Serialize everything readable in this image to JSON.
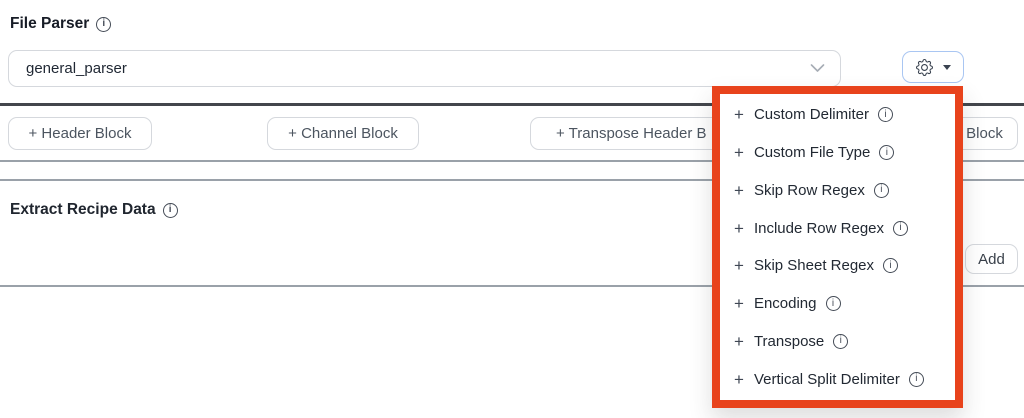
{
  "colors": {
    "highlight": "#e8431c"
  },
  "icons": {
    "plus": "+",
    "info": "i"
  },
  "file_parser": {
    "label": "File Parser"
  },
  "parser_select": {
    "value": "general_parser"
  },
  "toolbar": {
    "buttons": [
      {
        "label": "+ Header Block"
      },
      {
        "label": "+ Channel Block"
      },
      {
        "label": "+ Transpose Header B"
      },
      {
        "label": "Block"
      }
    ]
  },
  "recipe_section": {
    "title": "Extract Recipe Data",
    "add_label": "Add"
  },
  "settings_menu": {
    "items": [
      {
        "label": "Custom Delimiter"
      },
      {
        "label": "Custom File Type"
      },
      {
        "label": "Skip Row Regex"
      },
      {
        "label": "Include Row Regex"
      },
      {
        "label": "Skip Sheet Regex"
      },
      {
        "label": "Encoding"
      },
      {
        "label": "Transpose"
      },
      {
        "label": "Vertical Split Delimiter"
      }
    ]
  }
}
